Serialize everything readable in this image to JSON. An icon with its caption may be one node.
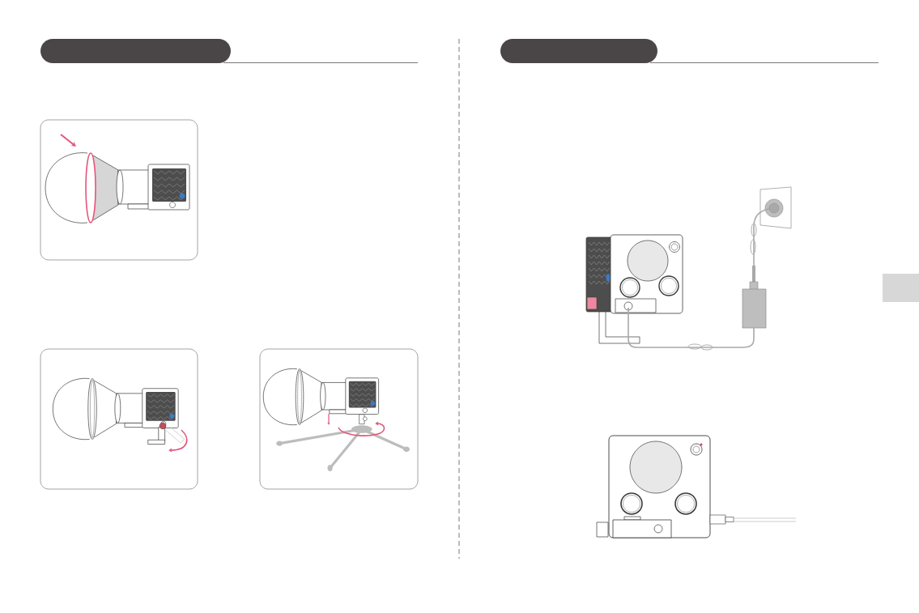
{
  "diagram": {
    "nodes": [
      {
        "text": [],
        "shape": "bar"
      },
      {
        "text": [],
        "shape": "box"
      },
      {
        "text": [],
        "shape": "picture",
        "in": 1
      },
      {
        "text": [],
        "shape": "box"
      },
      {
        "text": [],
        "shape": "picture",
        "in": 3
      },
      {
        "text": [],
        "shape": "box"
      },
      {
        "text": [],
        "shape": "picture",
        "in": 5
      },
      {
        "text": [],
        "shape": "bar"
      },
      {
        "text": [],
        "shape": "picture"
      },
      {
        "text": [],
        "shape": "bar"
      },
      {
        "text": [],
        "shape": "picture"
      }
    ]
  }
}
